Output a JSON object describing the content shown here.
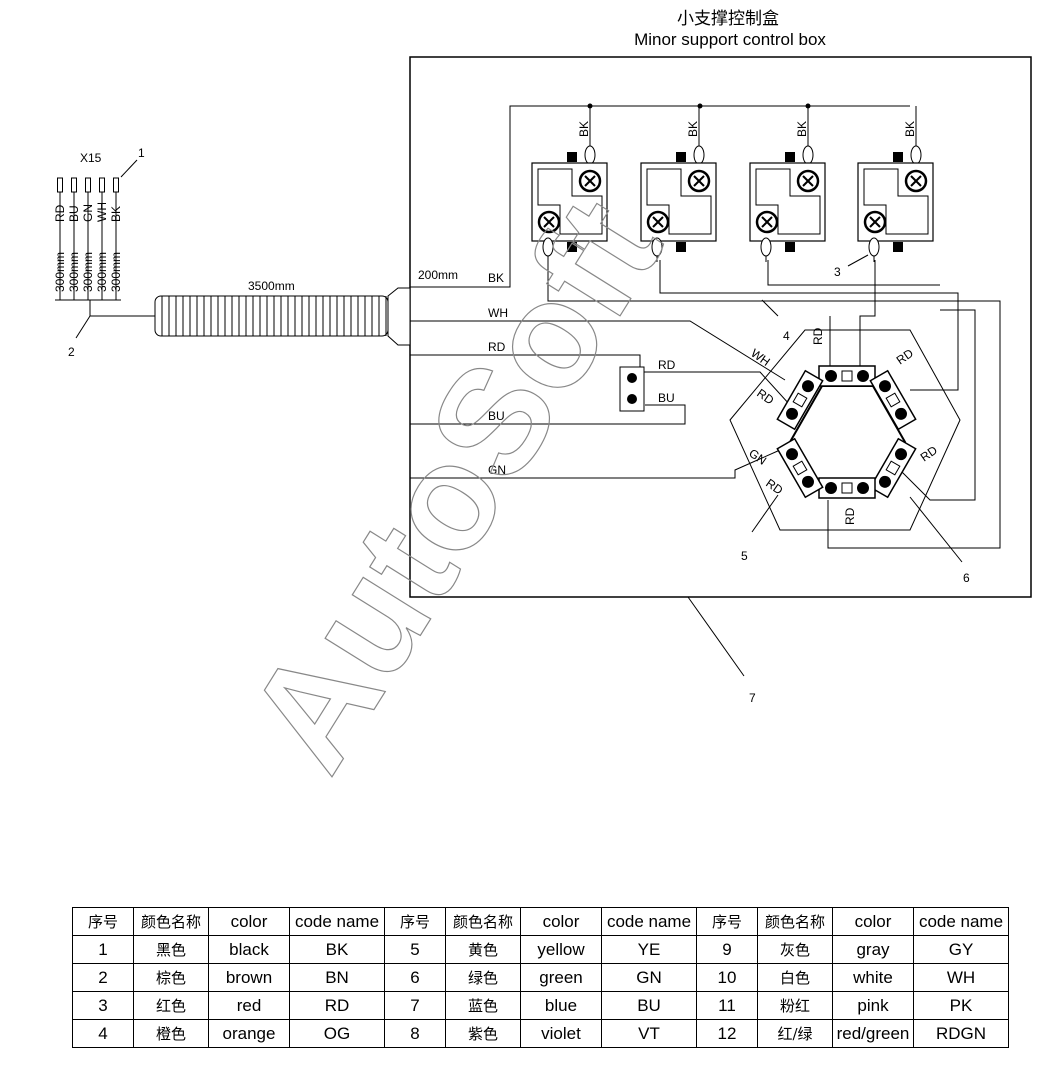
{
  "title_zh": "小支撑控制盒",
  "title_en": "Minor support control box",
  "connector_label": "X15",
  "callouts": [
    "1",
    "2",
    "3",
    "4",
    "5",
    "6",
    "7"
  ],
  "connector_wires": [
    {
      "code": "RD",
      "length": "300mm"
    },
    {
      "code": "BU",
      "length": "300mm"
    },
    {
      "code": "GN",
      "length": "300mm"
    },
    {
      "code": "WH",
      "length": "300mm"
    },
    {
      "code": "BK",
      "length": "300mm"
    }
  ],
  "cable_length": "3500mm",
  "inner_length": "200mm",
  "wire_labels": {
    "bk": "BK",
    "wh": "WH",
    "rd": "RD",
    "bu": "BU",
    "gn": "GN"
  },
  "switch_labels": [
    "BK",
    "BK",
    "BK",
    "BK"
  ],
  "hex_labels": {
    "top_rd": "RD",
    "upper_right_rd": "RD",
    "right_rd": "RD",
    "bottom_rd": "RD",
    "left_rd": "RD",
    "left_gn": "GN",
    "upper_left_rd": "RD",
    "upper_left_wh": "WH",
    "term_rd": "RD",
    "term_bu": "BU"
  },
  "watermark": "AutoSoft",
  "legend": {
    "headers": [
      "序号",
      "颜色名称",
      "color",
      "code name",
      "序号",
      "颜色名称",
      "color",
      "code name",
      "序号",
      "颜色名称",
      "color",
      "code name"
    ],
    "rows": [
      [
        "1",
        "黑色",
        "black",
        "BK",
        "5",
        "黄色",
        "yellow",
        "YE",
        "9",
        "灰色",
        "gray",
        "GY"
      ],
      [
        "2",
        "棕色",
        "brown",
        "BN",
        "6",
        "绿色",
        "green",
        "GN",
        "10",
        "白色",
        "white",
        "WH"
      ],
      [
        "3",
        "红色",
        "red",
        "RD",
        "7",
        "蓝色",
        "blue",
        "BU",
        "11",
        "粉红",
        "pink",
        "PK"
      ],
      [
        "4",
        "橙色",
        "orange",
        "OG",
        "8",
        "紫色",
        "violet",
        "VT",
        "12",
        "红/绿",
        "red/green",
        "RDGN"
      ]
    ]
  }
}
